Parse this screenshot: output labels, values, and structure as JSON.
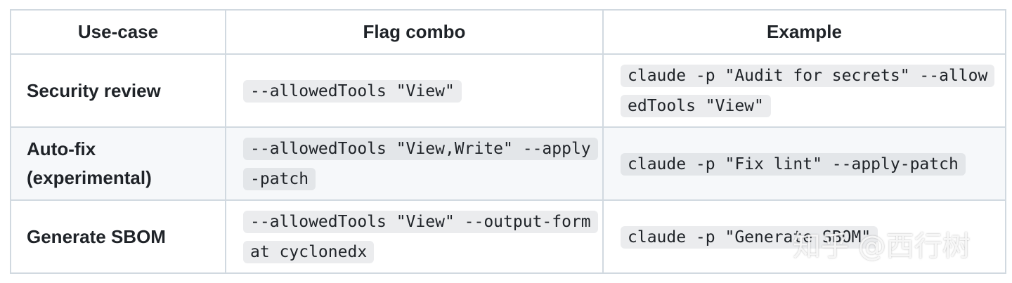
{
  "table": {
    "headers": [
      "Use-case",
      "Flag combo",
      "Example"
    ],
    "rows": [
      {
        "use_case": "Security review",
        "flag_combo": "--allowedTools \"View\"",
        "example": "claude -p \"Audit for secrets\" --allowedTools \"View\""
      },
      {
        "use_case": "Auto-fix (experimental)",
        "flag_combo": "--allowedTools \"View,Write\" --apply-patch",
        "example": "claude -p \"Fix lint\" --apply-patch"
      },
      {
        "use_case": "Generate SBOM",
        "flag_combo": "--allowedTools \"View\" --output-format cyclonedx",
        "example": "claude -p \"Generate SBOM\""
      }
    ]
  },
  "watermark": "知乎 @西行树"
}
